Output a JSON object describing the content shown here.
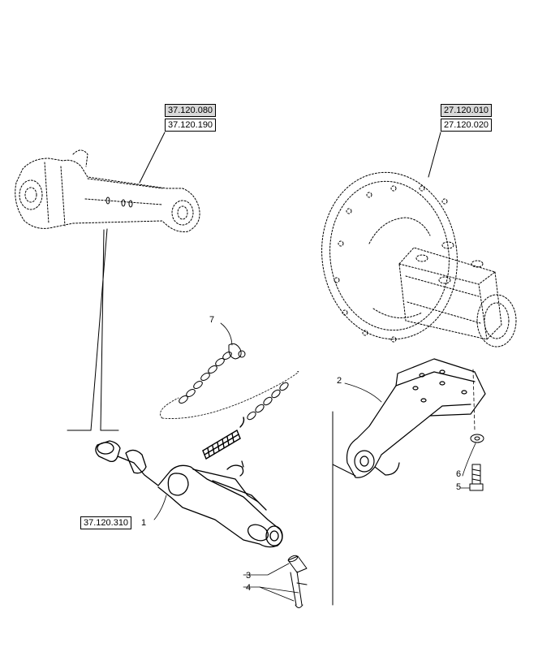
{
  "references": {
    "top_arm_a": "37.120.080",
    "top_arm_b": "37.120.190",
    "housing_a": "27.120.010",
    "housing_b": "27.120.020",
    "link_ref": "37.120.310"
  },
  "callouts": {
    "c1": "1",
    "c2": "2",
    "c3": "3",
    "c4": "4",
    "c5": "5",
    "c6": "6",
    "c7": "7"
  }
}
